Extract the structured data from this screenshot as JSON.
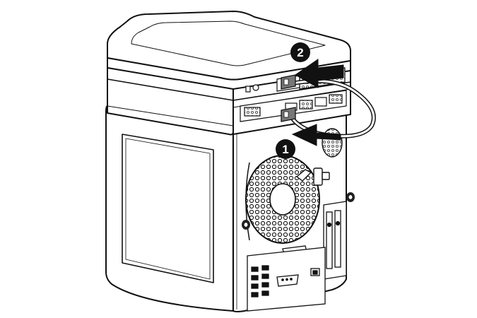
{
  "figure": {
    "step_callouts": [
      {
        "label": "2",
        "arrow": "arrow-pointing-left"
      },
      {
        "label": "1",
        "arrow": "arrow-pointing-left"
      }
    ]
  }
}
